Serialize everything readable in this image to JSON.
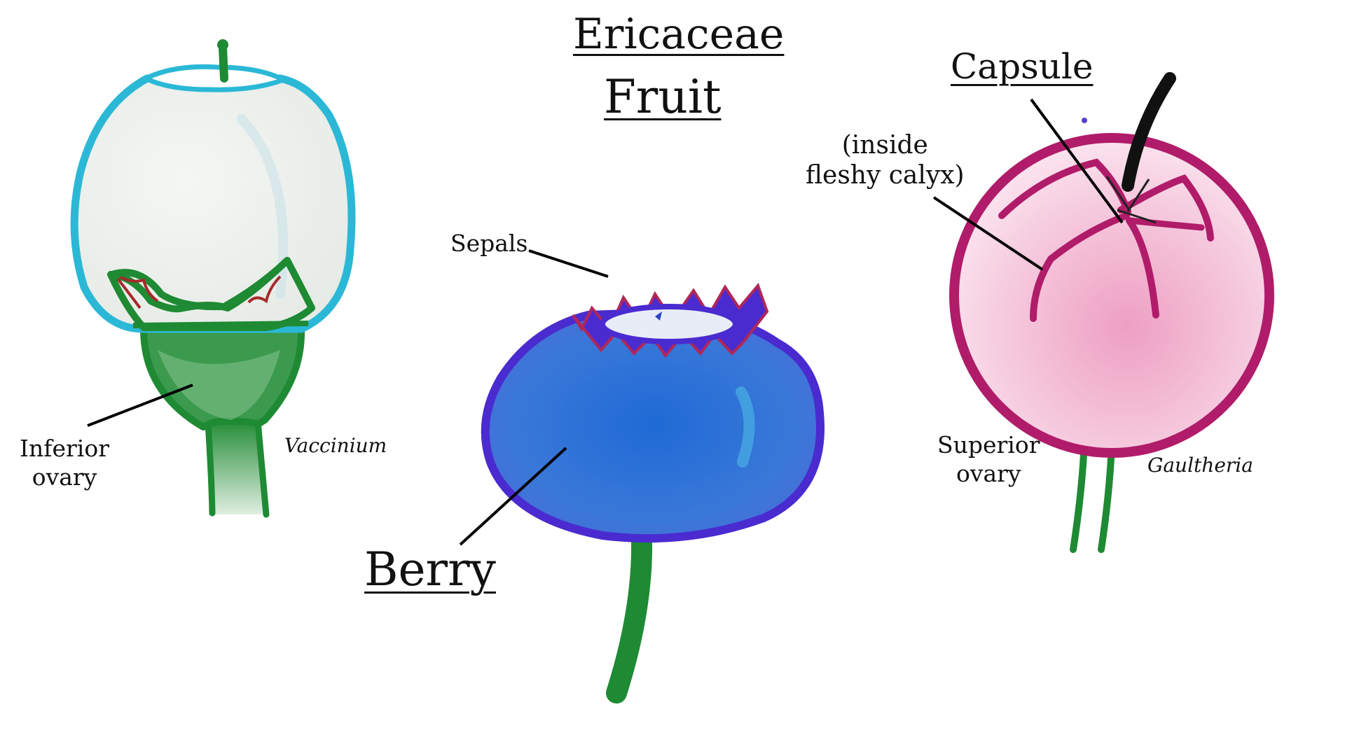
{
  "title": {
    "line1": "Ericaceae",
    "line2": "Fruit"
  },
  "vaccinium": {
    "genus": "Vaccinium",
    "ovary_label_line1": "Inferior",
    "ovary_label_line2": "ovary"
  },
  "berry": {
    "sepals_label": "Sepals",
    "fruit_type": "Berry"
  },
  "gaultheria": {
    "genus": "Gaultheria",
    "fruit_type": "Capsule",
    "calyx_note_line1": "(inside",
    "calyx_note_line2": "fleshy calyx)",
    "ovary_label_line1": "Superior",
    "ovary_label_line2": "ovary"
  },
  "colors": {
    "vaccinium_outline": "#2bb8d6",
    "vaccinium_fill": "#eef1ee",
    "green": "#1e8a33",
    "sepal_red": "#a52a2a",
    "berry_blue": "#2f6fd6",
    "berry_outline": "#4a2bd0",
    "crown_red": "#b0275a",
    "gaultheria_outline": "#b01c6a",
    "gaultheria_fill": "#f3c8dc",
    "leader": "#000000"
  }
}
